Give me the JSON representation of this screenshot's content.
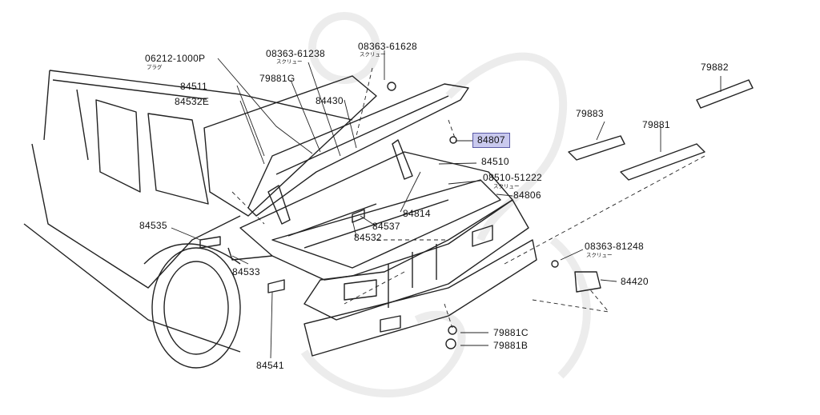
{
  "highlight_color": "#c9c9ee",
  "parts": [
    {
      "id": "p1",
      "code": "08363-61238",
      "sub": "スクリュー"
    },
    {
      "id": "p2",
      "code": "08363-61628",
      "sub": "スクリュー"
    },
    {
      "id": "p3",
      "code": "06212-1000P",
      "sub": "プラグ"
    },
    {
      "id": "p4",
      "code": "79881G"
    },
    {
      "id": "p5",
      "code": "84511"
    },
    {
      "id": "p6",
      "code": "84532E"
    },
    {
      "id": "p7",
      "code": "84430"
    },
    {
      "id": "p8",
      "code": "84807",
      "highlighted": true
    },
    {
      "id": "p9",
      "code": "84510"
    },
    {
      "id": "p10",
      "code": "08510-51222",
      "sub": "スクリュー"
    },
    {
      "id": "p11",
      "code": "84806"
    },
    {
      "id": "p12",
      "code": "84814"
    },
    {
      "id": "p13",
      "code": "84537"
    },
    {
      "id": "p14",
      "code": "84532"
    },
    {
      "id": "p15",
      "code": "84535"
    },
    {
      "id": "p16",
      "code": "84533"
    },
    {
      "id": "p17",
      "code": "84541"
    },
    {
      "id": "p18",
      "code": "79883"
    },
    {
      "id": "p19",
      "code": "79881"
    },
    {
      "id": "p20",
      "code": "79882"
    },
    {
      "id": "p21",
      "code": "08363-81248",
      "sub": "スクリュー"
    },
    {
      "id": "p22",
      "code": "84420"
    },
    {
      "id": "p23",
      "code": "79881C"
    },
    {
      "id": "p24",
      "code": "79881B"
    }
  ]
}
